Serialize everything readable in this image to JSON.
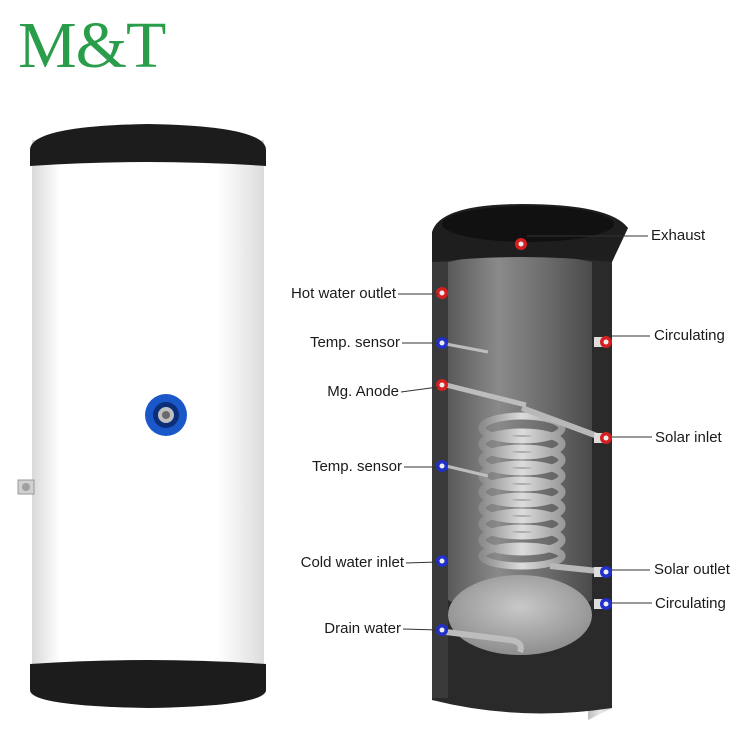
{
  "brand": {
    "logo_text": "M&T",
    "logo_color": "#2a9d4b"
  },
  "product": {
    "shell_color": "#ffffff",
    "trim_color": "#1c1c1c",
    "inlet_color": "#1a57c8",
    "hot_port_color": "#d42020",
    "cold_port_color": "#2030c8"
  },
  "labels": {
    "exhaust": "Exhaust",
    "hot_water_outlet": "Hot water outlet",
    "circulating_top": "Circulating",
    "temp_sensor_top": "Temp. sensor",
    "mg_anode": "Mg. Anode",
    "solar_inlet": "Solar inlet",
    "temp_sensor_bottom": "Temp. sensor",
    "cold_water_inlet": "Cold water inlet",
    "solar_outlet": "Solar outlet",
    "circulating_bottom": "Circulating",
    "drain_water": "Drain water"
  }
}
